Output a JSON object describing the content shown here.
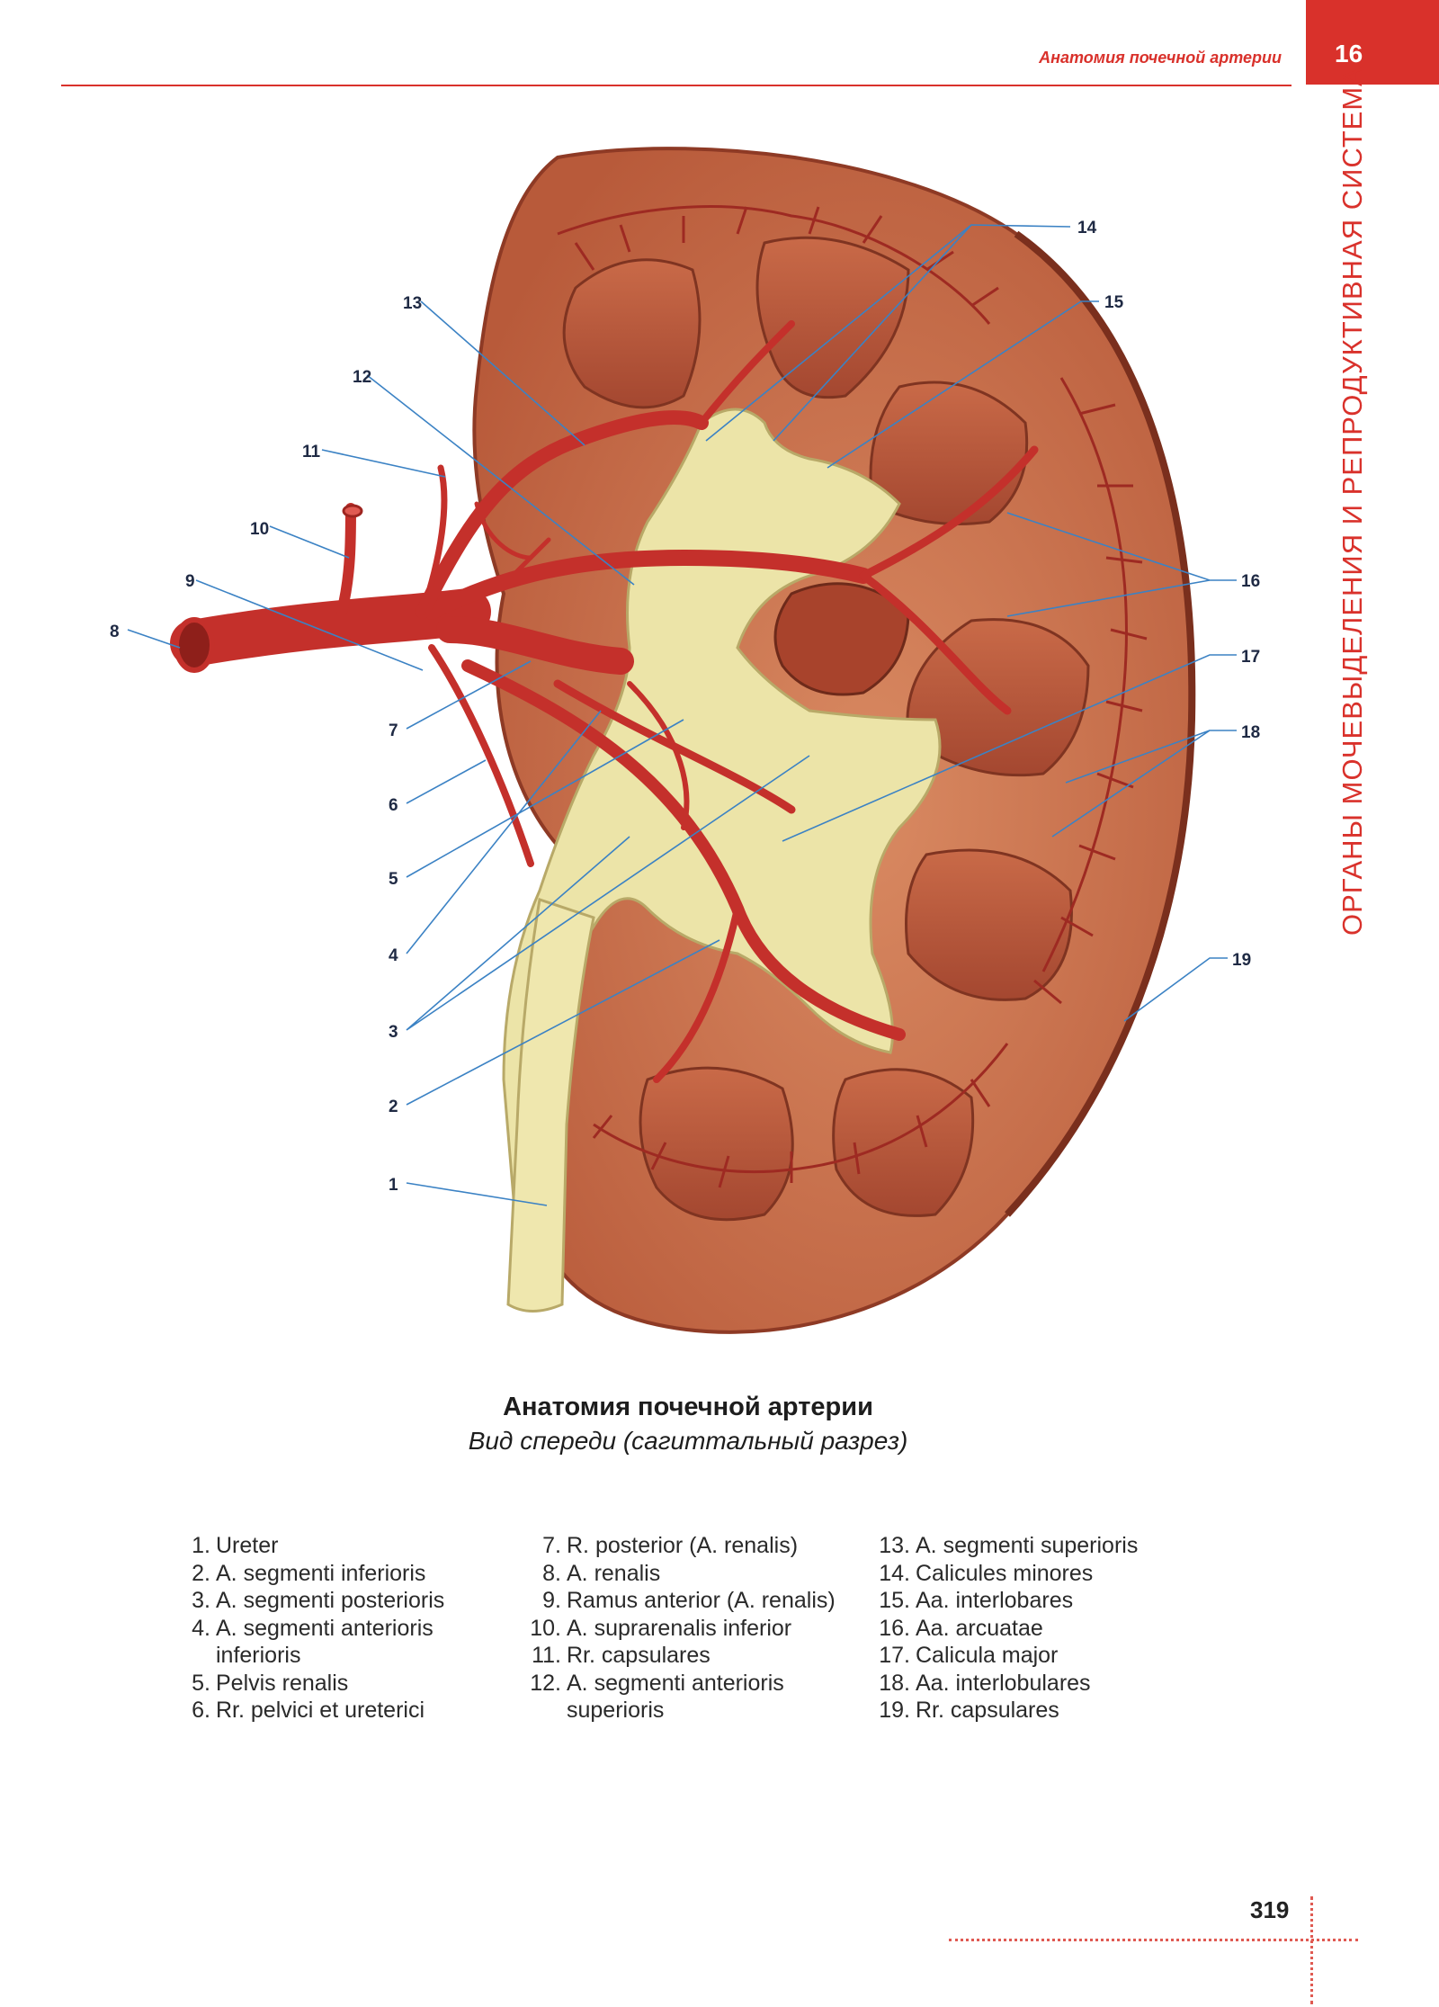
{
  "header": {
    "running_head": "Анатомия почечной артерии",
    "chapter_number": "16",
    "side_title": "ОРГАНЫ МОЧЕВЫДЕЛЕНИЯ И РЕПРОДУКТИВНАЯ СИСТЕМА"
  },
  "figure": {
    "labels": [
      "1",
      "2",
      "3",
      "4",
      "5",
      "6",
      "7",
      "8",
      "9",
      "10",
      "11",
      "12",
      "13",
      "14",
      "15",
      "16",
      "17",
      "18",
      "19"
    ]
  },
  "caption": {
    "title": "Анатомия почечной артерии",
    "subtitle": "Вид спереди (сагиттальный разрез)"
  },
  "legend": {
    "col1": [
      {
        "num": "1.",
        "text": "Ureter"
      },
      {
        "num": "2.",
        "text": "A. segmenti inferioris"
      },
      {
        "num": "3.",
        "text": "A. segmenti posterioris"
      },
      {
        "num": "4.",
        "text": "A. segmenti anterioris"
      },
      {
        "num": "",
        "text": "inferioris"
      },
      {
        "num": "5.",
        "text": "Pelvis renalis"
      },
      {
        "num": "6.",
        "text": "Rr. pelvici et ureterici"
      }
    ],
    "col2": [
      {
        "num": "7.",
        "text": "R. posterior (A. renalis)"
      },
      {
        "num": "8.",
        "text": "A. renalis"
      },
      {
        "num": "9.",
        "text": "Ramus anterior (A. renalis)"
      },
      {
        "num": "10.",
        "text": "A. suprarenalis inferior"
      },
      {
        "num": "11.",
        "text": "Rr. capsulares"
      },
      {
        "num": "12.",
        "text": "A. segmenti anterioris"
      },
      {
        "num": "",
        "text": "superioris"
      }
    ],
    "col3": [
      {
        "num": "13.",
        "text": "A. segmenti superioris"
      },
      {
        "num": "14.",
        "text": "Calicules minores"
      },
      {
        "num": "15.",
        "text": "Aa. interlobares"
      },
      {
        "num": "16.",
        "text": "Aa. arcuatae"
      },
      {
        "num": "17.",
        "text": "Calicula major"
      },
      {
        "num": "18.",
        "text": "Aa. interlobulares"
      },
      {
        "num": "19.",
        "text": "Rr. capsulares"
      }
    ]
  },
  "page_number": "319",
  "colors": {
    "accent": "#d9312b",
    "artery": "#c4302b",
    "cortex": "#c86f4a",
    "pyramid": "#b9553a",
    "pelvis": "#ece4a8",
    "leader_line": "#3b82c4"
  }
}
